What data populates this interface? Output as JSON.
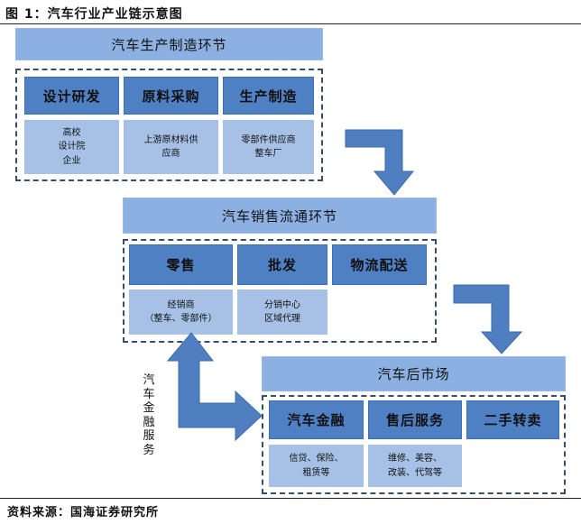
{
  "figure_title": "图 1：汽车行业产业链示意图",
  "source": "资料来源：国海证券研究所",
  "vertical_label": "汽车金融服务",
  "colors": {
    "header": "#8db0e2",
    "category": "#4f80c4",
    "detail": "#a7c1e6",
    "arrow": "#4f7fc0",
    "dashed_border": "#3a4d66"
  },
  "stages": [
    {
      "title": "汽车生产制造环节",
      "categories": [
        {
          "label": "设计研发",
          "details": [
            "高校",
            "设计院",
            "企业"
          ]
        },
        {
          "label": "原料采购",
          "details": [
            "上游原材料供",
            "应商"
          ]
        },
        {
          "label": "生产制造",
          "details": [
            "零部件供应商",
            "整车厂"
          ]
        }
      ]
    },
    {
      "title": "汽车销售流通环节",
      "categories": [
        {
          "label": "零售",
          "details": [
            "经销商",
            "（整车、零部件）"
          ]
        },
        {
          "label": "批发",
          "details": [
            "分销中心",
            "区域代理"
          ]
        },
        {
          "label": "物流配送",
          "details": []
        }
      ]
    },
    {
      "title": "汽车后市场",
      "categories": [
        {
          "label": "汽车金融",
          "details": [
            "信贷、保险、",
            "租赁等"
          ]
        },
        {
          "label": "售后服务",
          "details": [
            "维修、美容、",
            "改装、代驾等"
          ]
        },
        {
          "label": "二手转卖",
          "details": []
        }
      ]
    }
  ]
}
